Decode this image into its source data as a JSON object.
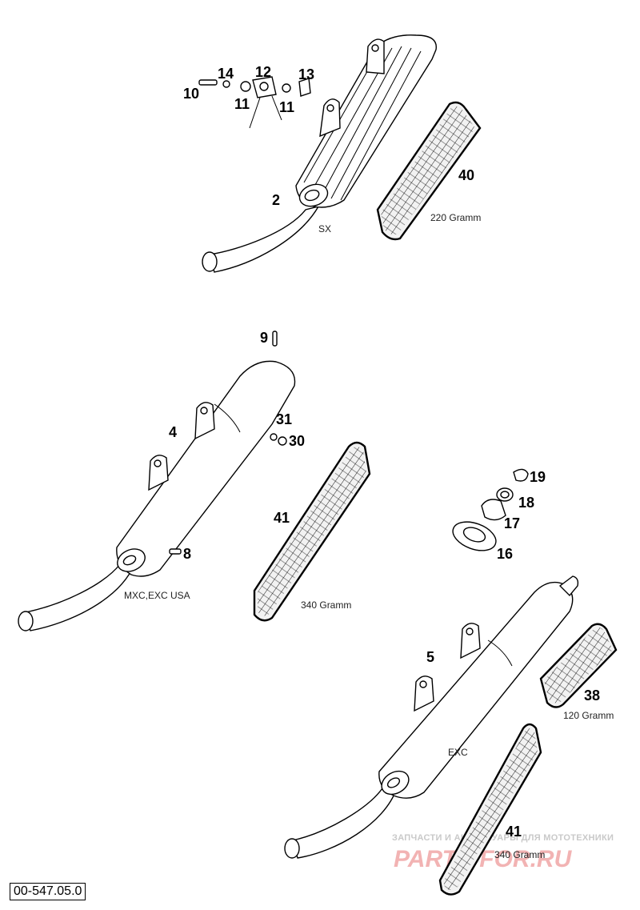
{
  "callouts": {
    "n2": "2",
    "n4": "4",
    "n5": "5",
    "n8": "8",
    "n9": "9",
    "n10": "10",
    "n11a": "11",
    "n11b": "11",
    "n12": "12",
    "n13": "13",
    "n14": "14",
    "n16": "16",
    "n17": "17",
    "n18": "18",
    "n19": "19",
    "n30": "30",
    "n31": "31",
    "n38": "38",
    "n40": "40",
    "n41a": "41",
    "n41b": "41"
  },
  "notes": {
    "sx": "SX",
    "mxc": "MXC,EXC USA",
    "exc": "EXC",
    "w220": "220 Gramm",
    "w340a": "340 Gramm",
    "w340b": "340 Gramm",
    "w120": "120 Gramm"
  },
  "watermark": {
    "tagline": "ЗАПЧАСТИ И АКСЕССУАРЫ ДЛЯ МОТОТЕХНИКИ",
    "brand": "PARTS FOR.RU"
  },
  "diagram_code": "00-547.05.0"
}
